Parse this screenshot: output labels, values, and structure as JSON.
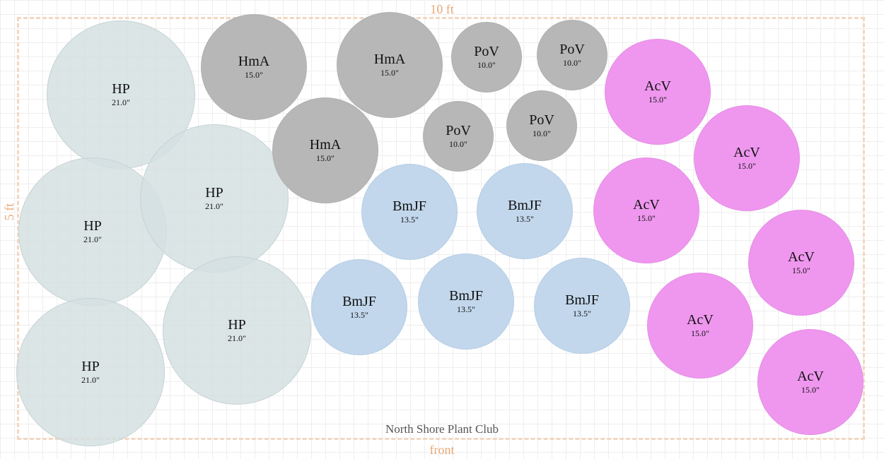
{
  "bed": {
    "width_label": "10 ft",
    "depth_label": "5 ft",
    "front_label": "front",
    "club_name": "North Shore Plant Club",
    "border_color": "#f2d8c2",
    "label_color": "#e8a878"
  },
  "plants": [
    {
      "code": "HP",
      "size": "21.0\""
    },
    {
      "code": "HP",
      "size": "21.0\""
    },
    {
      "code": "HP",
      "size": "21.0\""
    },
    {
      "code": "HP",
      "size": "21.0\""
    },
    {
      "code": "HP",
      "size": "21.0\""
    },
    {
      "code": "HmA",
      "size": "15.0\""
    },
    {
      "code": "HmA",
      "size": "15.0\""
    },
    {
      "code": "HmA",
      "size": "15.0\""
    },
    {
      "code": "PoV",
      "size": "10.0\""
    },
    {
      "code": "PoV",
      "size": "10.0\""
    },
    {
      "code": "PoV",
      "size": "10.0\""
    },
    {
      "code": "PoV",
      "size": "10.0\""
    },
    {
      "code": "BmJF",
      "size": "13.5\""
    },
    {
      "code": "BmJF",
      "size": "13.5\""
    },
    {
      "code": "BmJF",
      "size": "13.5\""
    },
    {
      "code": "BmJF",
      "size": "13.5\""
    },
    {
      "code": "BmJF",
      "size": "13.5\""
    },
    {
      "code": "AcV",
      "size": "15.0\""
    },
    {
      "code": "AcV",
      "size": "15.0\""
    },
    {
      "code": "AcV",
      "size": "15.0\""
    },
    {
      "code": "AcV",
      "size": "15.0\""
    },
    {
      "code": "AcV",
      "size": "15.0\""
    },
    {
      "code": "AcV",
      "size": "15.0\""
    }
  ],
  "colors": {
    "HP": "#d3dfe1",
    "HmA": "#b7b7b7",
    "PoV": "#b7b7b7",
    "BmJF": "#c2d7ec",
    "AcV": "#ef97ef"
  }
}
